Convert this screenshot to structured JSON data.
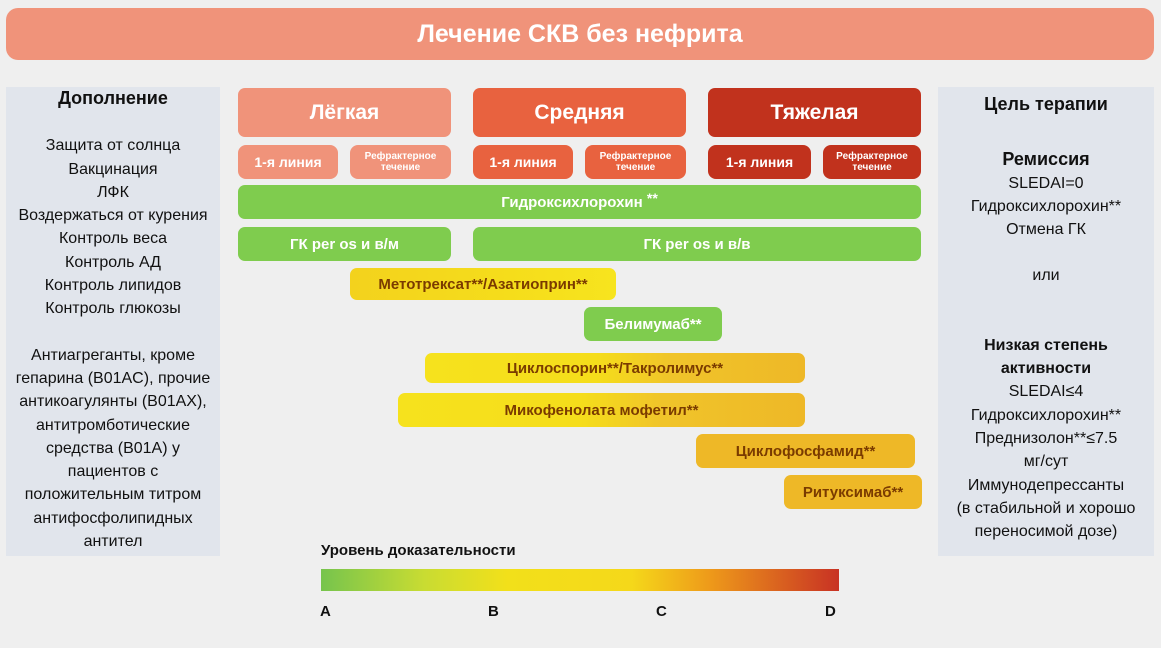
{
  "title": "Лечение СКВ без нефрита",
  "left_panel": {
    "heading": "Дополнение",
    "items": [
      "Защита от солнца",
      "Вакцинация",
      "ЛФК",
      "Воздержаться от курения",
      "Контроль веса",
      "Контроль АД",
      "Контроль липидов",
      "Контроль глюкозы"
    ],
    "note": [
      "Антиагреганты, кроме",
      "гепарина (B01AC), прочие",
      "антикоагулянты (B01AX),",
      "антитромботические",
      "средства (B01A) у",
      "пациентов с",
      "положительным титром",
      "антифосфолипидных",
      "антител"
    ]
  },
  "severity": {
    "mild": "Лёгкая",
    "moderate": "Средняя",
    "severe": "Тяжелая",
    "first_line": "1-я линия",
    "refractory_line1": "Рефрактерное",
    "refractory_line2": "течение"
  },
  "bars": {
    "hcq": "Гидроксихлорохин",
    "hcq_mark": "**",
    "gk_mild": "ГК per os и в/м",
    "gk_moderate": "ГК per os  и в/в",
    "mtx": "Метотрексат**/Азатиоприн**",
    "belim": "Белимумаб**",
    "cyclo": "Циклоспорин**/Такролимус**",
    "mmf": "Микофенолата мофетил**",
    "cyclophos": "Циклофосфамид**",
    "ritux": "Ритуксимаб**"
  },
  "right_panel": {
    "heading": "Цель терапии",
    "remission": "Ремиссия",
    "remission_items": [
      "SLEDAI=0",
      "Гидроксихлорохин**",
      "Отмена ГК"
    ],
    "or": "или",
    "low_activity": [
      "Низкая степень",
      "активности"
    ],
    "low_items": [
      "SLEDAI≤4",
      "Гидроксихлорохин**",
      "Преднизолон**≤7.5",
      "мг/сут",
      "Иммунодепрессанты",
      "(в стабильной и хорошо",
      "переносимой дозе)"
    ]
  },
  "legend": {
    "title": "Уровень доказательности",
    "ticks": [
      "A",
      "B",
      "C",
      "D"
    ]
  },
  "colors": {
    "banner": "#f0937a",
    "mild": "#f0937a",
    "moderate": "#e8623f",
    "severe": "#c1321d",
    "green": "#7fcc4e",
    "yellow": "#f5dd1b",
    "orange": "#eeb827"
  }
}
